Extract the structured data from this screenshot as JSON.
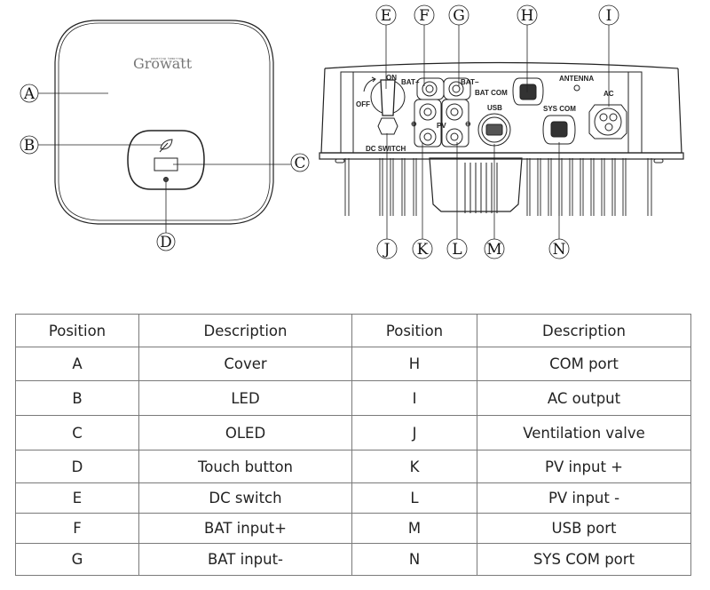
{
  "front_view": {
    "brand": "Growatt",
    "brand_tagline": "powering tomorrow",
    "callouts": [
      "A",
      "B",
      "C",
      "D"
    ]
  },
  "bottom_view": {
    "callouts_top": [
      "E",
      "F",
      "G",
      "H",
      "I"
    ],
    "callouts_bottom": [
      "J",
      "K",
      "L",
      "M",
      "N"
    ],
    "labels": {
      "on": "ON",
      "off": "OFF",
      "dc_switch": "DC SWITCH",
      "bat_plus": "BAT+",
      "bat_minus": "BAT−",
      "bat_com": "BAT COM",
      "pv": "PV",
      "pv_plus_symbol": "⊕",
      "pv_minus_symbol": "⊖",
      "usb": "USB",
      "antenna": "ANTENNA",
      "sys_com": "SYS COM",
      "ac": "AC"
    }
  },
  "table": {
    "headers": [
      "Position",
      "Description",
      "Position",
      "Description"
    ],
    "rows": [
      {
        "pos1": "A",
        "desc1": "Cover",
        "pos2": "H",
        "desc2": "COM port"
      },
      {
        "pos1": "B",
        "desc1": "LED",
        "pos2": "I",
        "desc2": "AC output"
      },
      {
        "pos1": "C",
        "desc1": "OLED",
        "pos2": "J",
        "desc2": "Ventilation valve"
      },
      {
        "pos1": "D",
        "desc1": "Touch button",
        "pos2": "K",
        "desc2": "PV input +"
      },
      {
        "pos1": "E",
        "desc1": "DC switch",
        "pos2": "L",
        "desc2": "PV input -"
      },
      {
        "pos1": "F",
        "desc1": "BAT input+",
        "pos2": "M",
        "desc2": "USB port"
      },
      {
        "pos1": "G",
        "desc1": "BAT input-",
        "pos2": "N",
        "desc2": "SYS COM port"
      }
    ]
  }
}
